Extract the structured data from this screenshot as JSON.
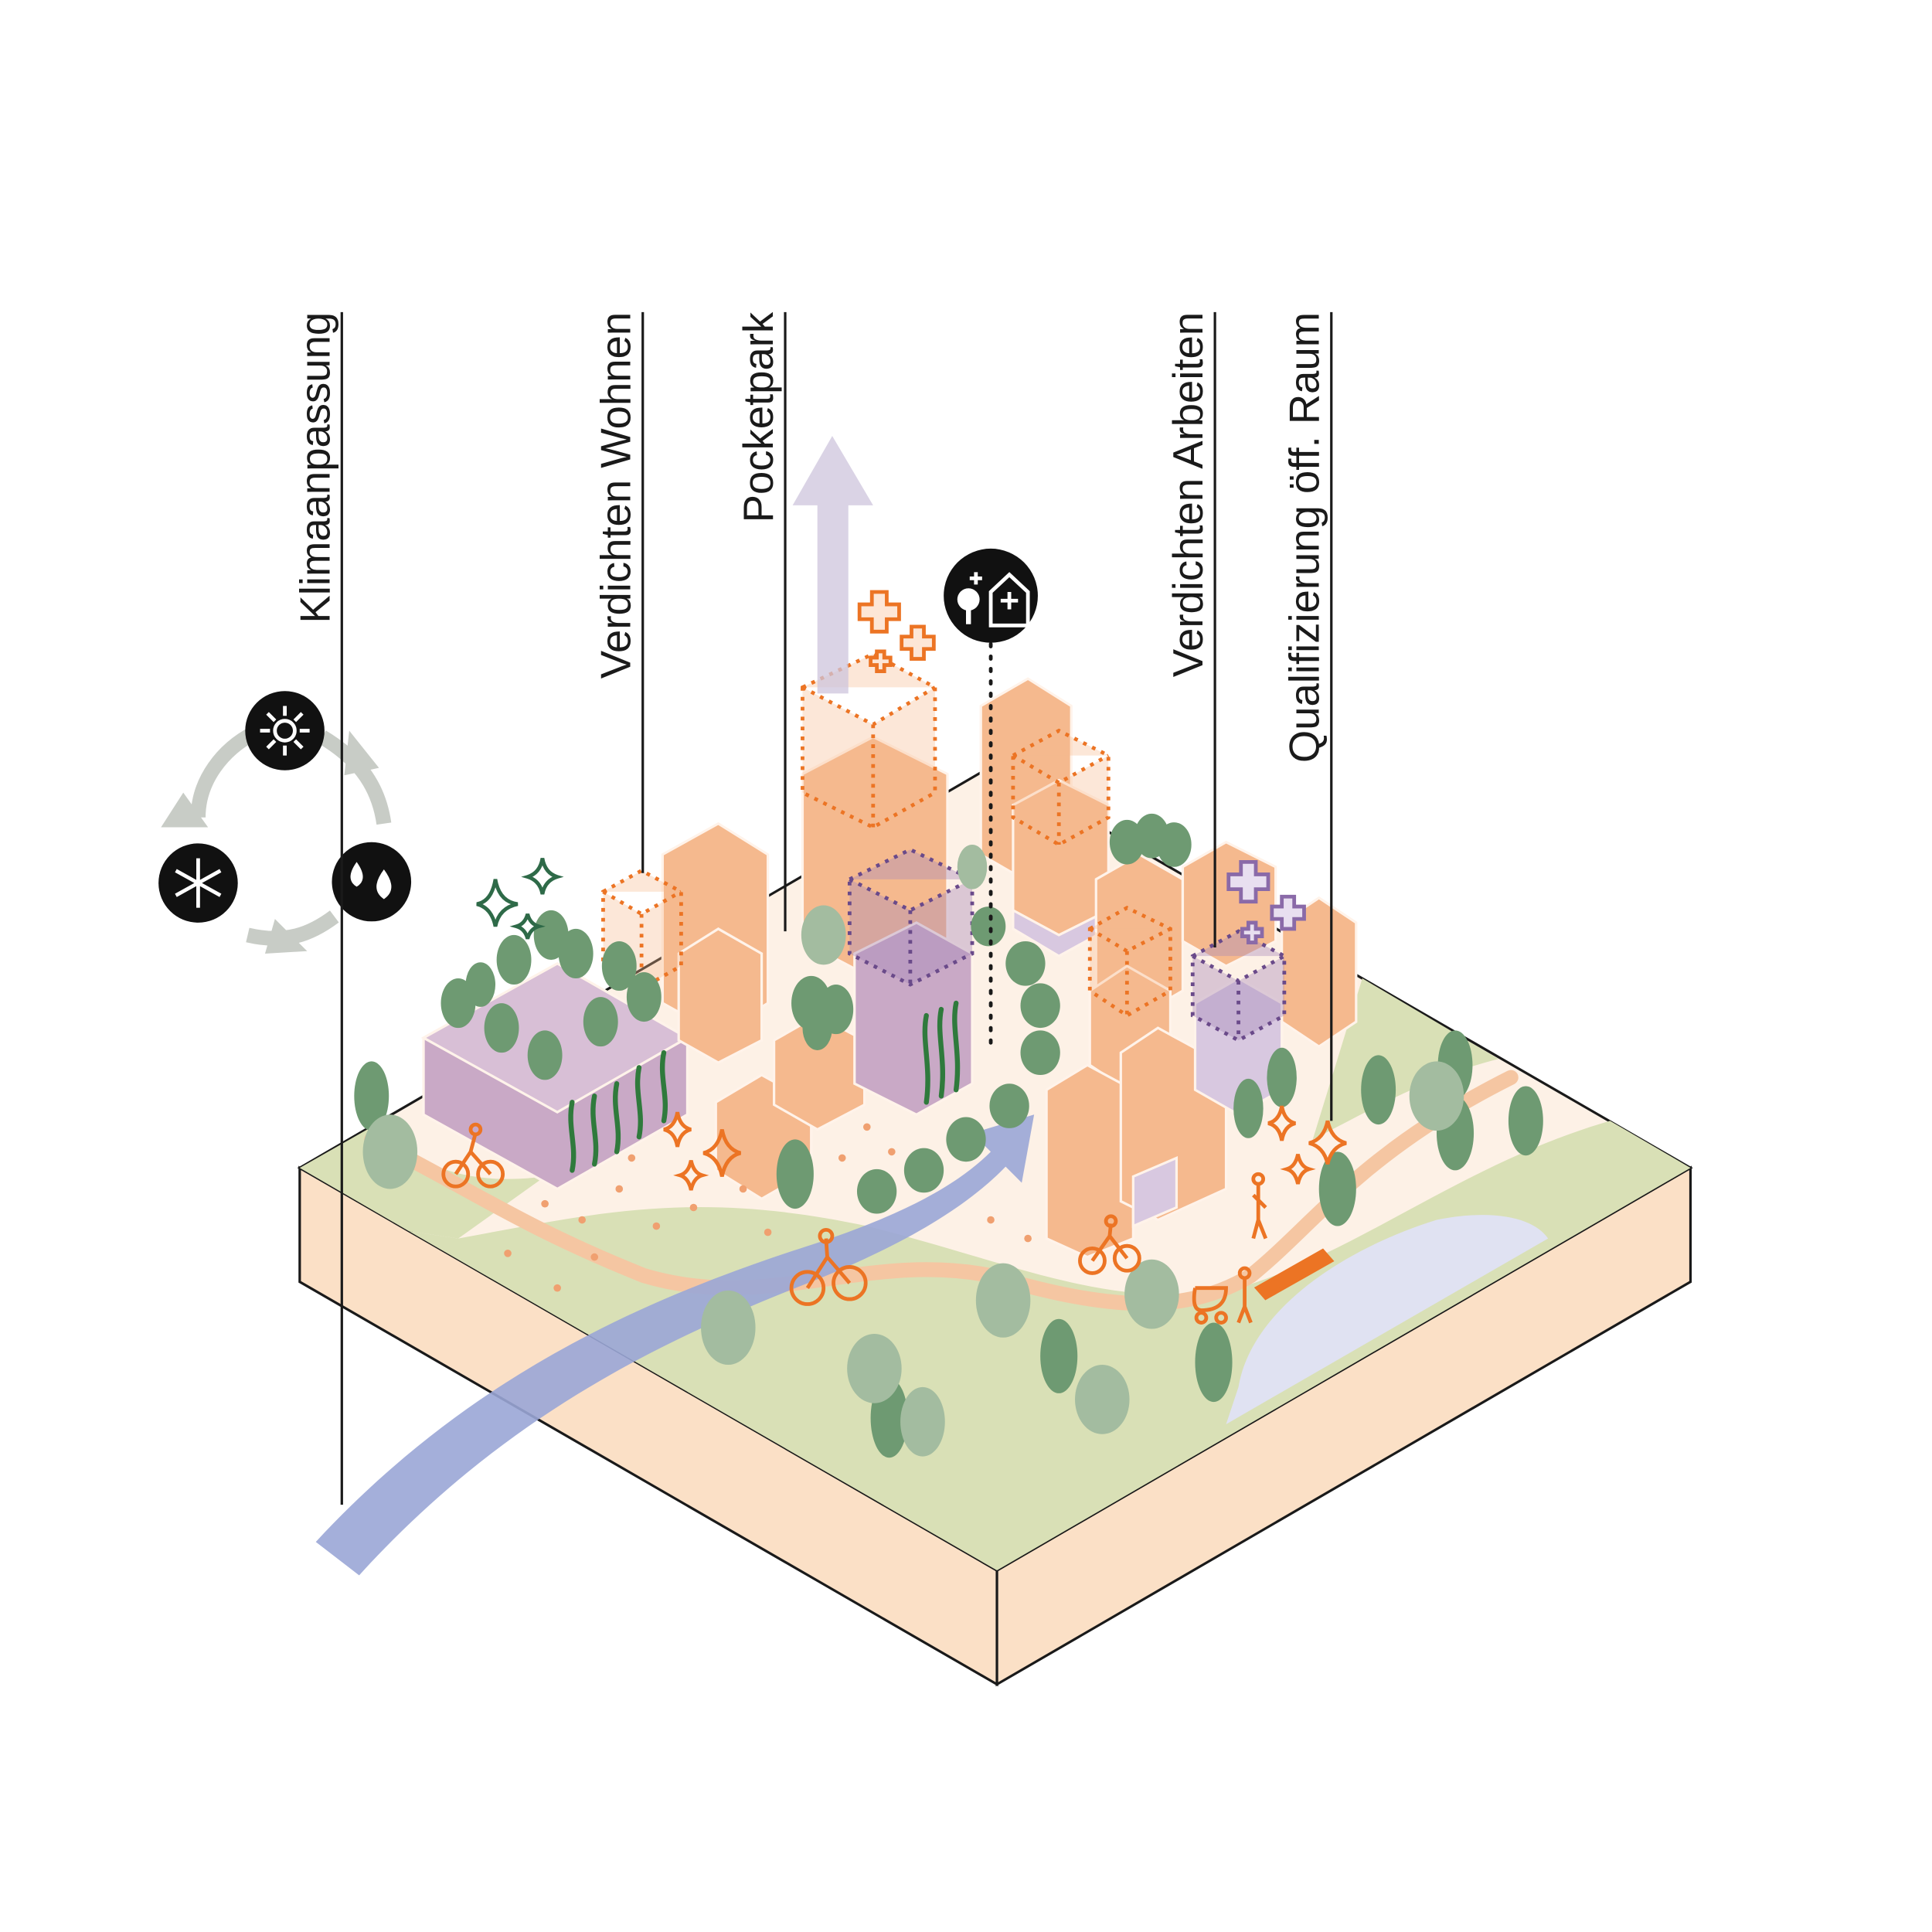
{
  "labels": {
    "climate": "Klimaanpassung",
    "housing": "Verdichten Wohnen",
    "pocketpark": "Pocketpark",
    "work": "Verdichten Arbeiten",
    "public_space": "Qualifizierung öff. Raum"
  },
  "icons": {
    "cycle": [
      "sun-icon",
      "drops-icon",
      "snowflake-icon"
    ],
    "pocketpark": "tree-house-plus-icon"
  },
  "colors": {
    "base": "#fbe0c6",
    "grass": "#d9e0b6",
    "path": "#fdf1e6",
    "building_orange": "#f5b98e",
    "building_purple": "#c9a9c6",
    "tree_dark": "#6e9a72",
    "tree_light": "#a3bca0",
    "wind": "#9aa6d6",
    "water": "#e0e2f2",
    "accent": "#ec7424"
  }
}
